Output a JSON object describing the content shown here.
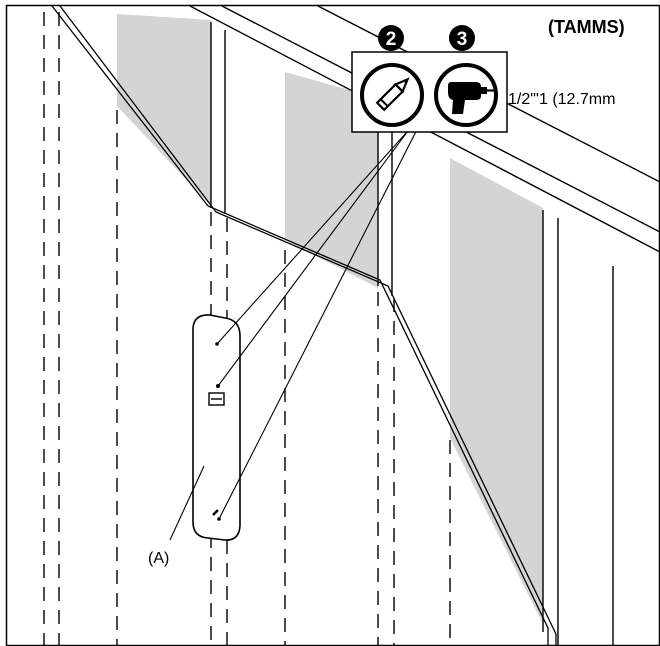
{
  "header": {
    "code": "(TAMMS)"
  },
  "steps": [
    {
      "number": "2",
      "icon": "pencil-icon"
    },
    {
      "number": "3",
      "icon": "drill-icon"
    }
  ],
  "drill_size": "1/2\"'1 (12.7mm",
  "part_label": "(A)",
  "colors": {
    "wall_shade": "#d4d4d4",
    "line": "#000000",
    "background": "#ffffff"
  }
}
